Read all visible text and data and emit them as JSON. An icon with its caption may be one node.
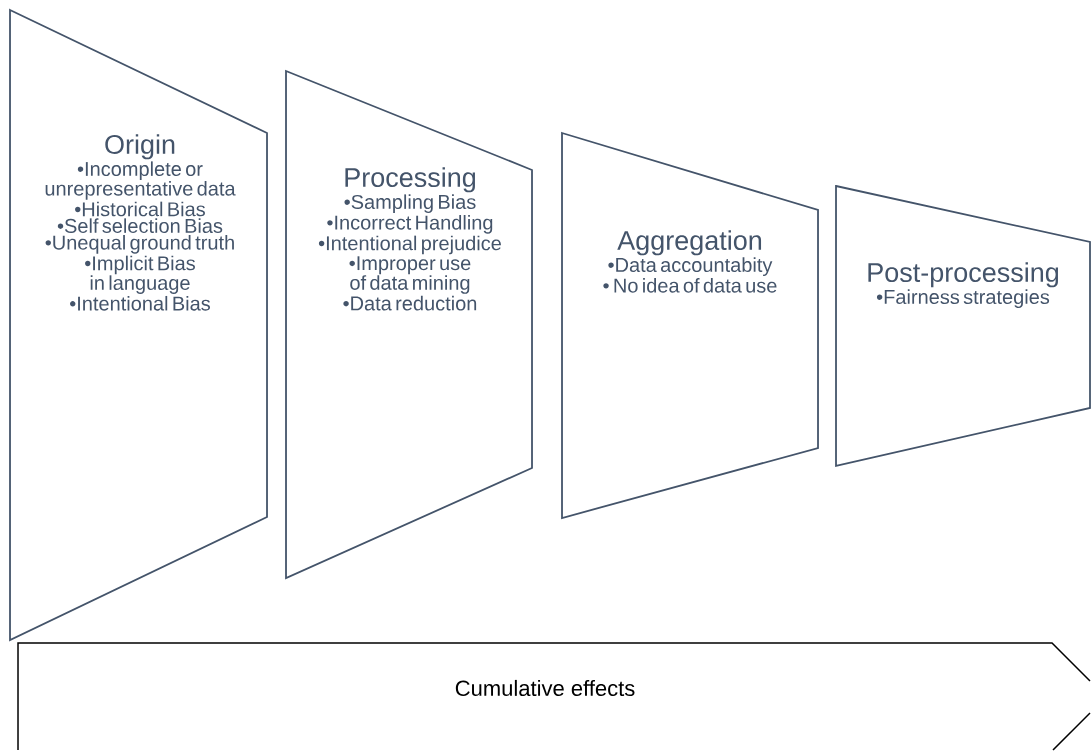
{
  "diagram": {
    "nodes": [
      {
        "text": [
          "Origin",
          "•Incomplete or unrepresentative data",
          "•Historical Bias",
          "•Self selection Bias",
          "•Unequal ground truth",
          "•Implicit Bias in language",
          "•Intentional Bias"
        ]
      },
      {
        "text": [
          "Processing",
          "•Sampling Bias",
          "•Incorrect Handling",
          "•Intentional prejudice",
          "•Improper use of data mining",
          "•Data reduction"
        ]
      },
      {
        "text": [
          "Aggregation",
          "•Data accountabity",
          "• No idea of data use"
        ]
      },
      {
        "text": [
          "Post-processing",
          "•Fairness strategies"
        ]
      },
      {
        "text": [
          "Cumulative effects"
        ]
      }
    ]
  }
}
